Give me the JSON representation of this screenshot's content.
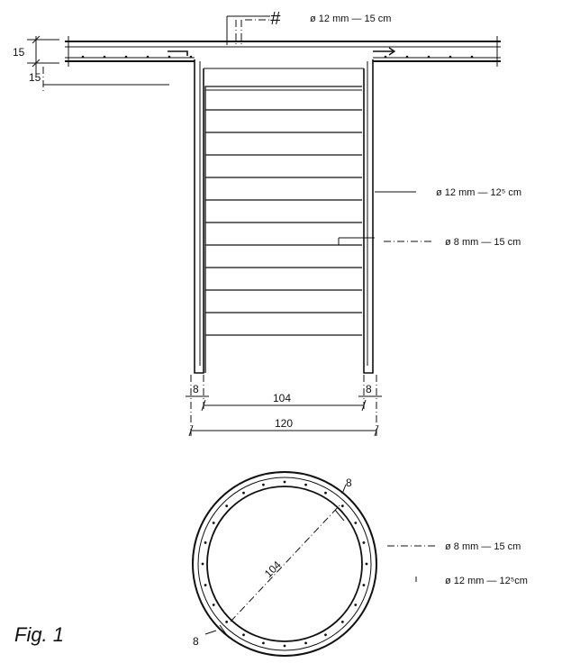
{
  "figure": {
    "caption": "Fig. 1"
  },
  "elevation": {
    "slab_thickness_label": "15",
    "drop_label": "15",
    "top_rebar_label": "ø 12 mm — 15 cm",
    "vertical_rebar_label": "ø 12 mm — 12⁵ cm",
    "hoop_rebar_label": "ø 8 mm — 15 cm",
    "wall_left_label": "8",
    "wall_right_label": "8",
    "inner_width_label": "104",
    "outer_width_label": "120",
    "hash_symbol": "#"
  },
  "plan": {
    "wall_top_label": "8",
    "wall_bottom_label": "8",
    "diameter_label": "104",
    "hoop_rebar_label": "ø 8 mm — 15 cm",
    "vertical_rebar_label": "ø 12 mm — 12⁵cm"
  }
}
